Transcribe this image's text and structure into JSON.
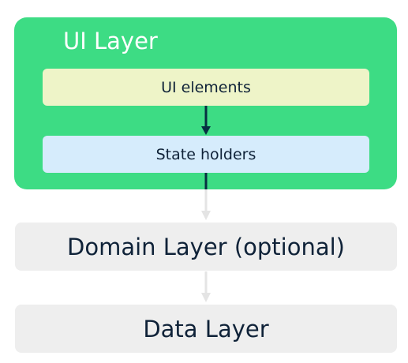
{
  "diagram": {
    "ui_layer": {
      "title": "UI Layer",
      "color": "#3ddc84",
      "ui_elements": {
        "label": "UI elements",
        "color": "#eef4c8"
      },
      "state_holders": {
        "label": "State holders",
        "color": "#d6ecfc"
      }
    },
    "domain_layer": {
      "label": "Domain Layer (optional)",
      "color": "#eeeeee"
    },
    "data_layer": {
      "label": "Data Layer",
      "color": "#eeeeee"
    },
    "colors": {
      "text": "#0f2238",
      "dark_arrow": "#073042",
      "light_arrow": "#e4e4e4"
    }
  }
}
